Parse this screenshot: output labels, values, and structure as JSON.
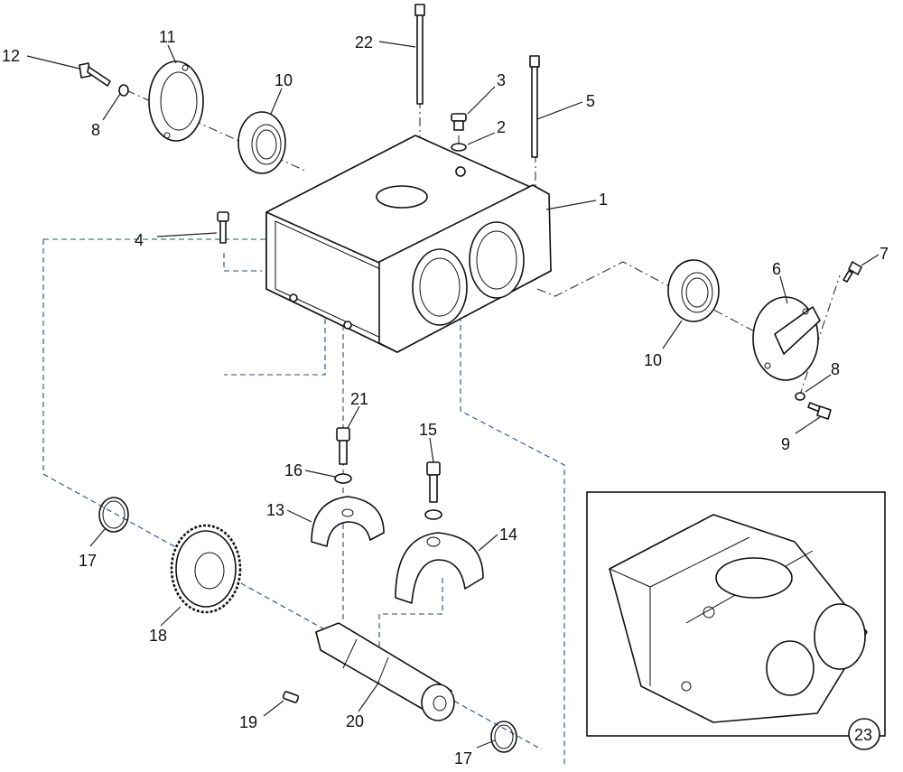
{
  "callouts": [
    {
      "id": "c12",
      "label": "12"
    },
    {
      "id": "c11",
      "label": "11"
    },
    {
      "id": "c8a",
      "label": "8"
    },
    {
      "id": "c10a",
      "label": "10"
    },
    {
      "id": "c22",
      "label": "22"
    },
    {
      "id": "c3",
      "label": "3"
    },
    {
      "id": "c2",
      "label": "2"
    },
    {
      "id": "c5",
      "label": "5"
    },
    {
      "id": "c1",
      "label": "1"
    },
    {
      "id": "c4",
      "label": "4"
    },
    {
      "id": "c7",
      "label": "7"
    },
    {
      "id": "c6",
      "label": "6"
    },
    {
      "id": "c10b",
      "label": "10"
    },
    {
      "id": "c8b",
      "label": "8"
    },
    {
      "id": "c9",
      "label": "9"
    },
    {
      "id": "c21",
      "label": "21"
    },
    {
      "id": "c15",
      "label": "15"
    },
    {
      "id": "c16",
      "label": "16"
    },
    {
      "id": "c13",
      "label": "13"
    },
    {
      "id": "c14",
      "label": "14"
    },
    {
      "id": "c17a",
      "label": "17"
    },
    {
      "id": "c18",
      "label": "18"
    },
    {
      "id": "c19",
      "label": "19"
    },
    {
      "id": "c20",
      "label": "20"
    },
    {
      "id": "c17b",
      "label": "17"
    }
  ],
  "inset": {
    "label": "23"
  }
}
